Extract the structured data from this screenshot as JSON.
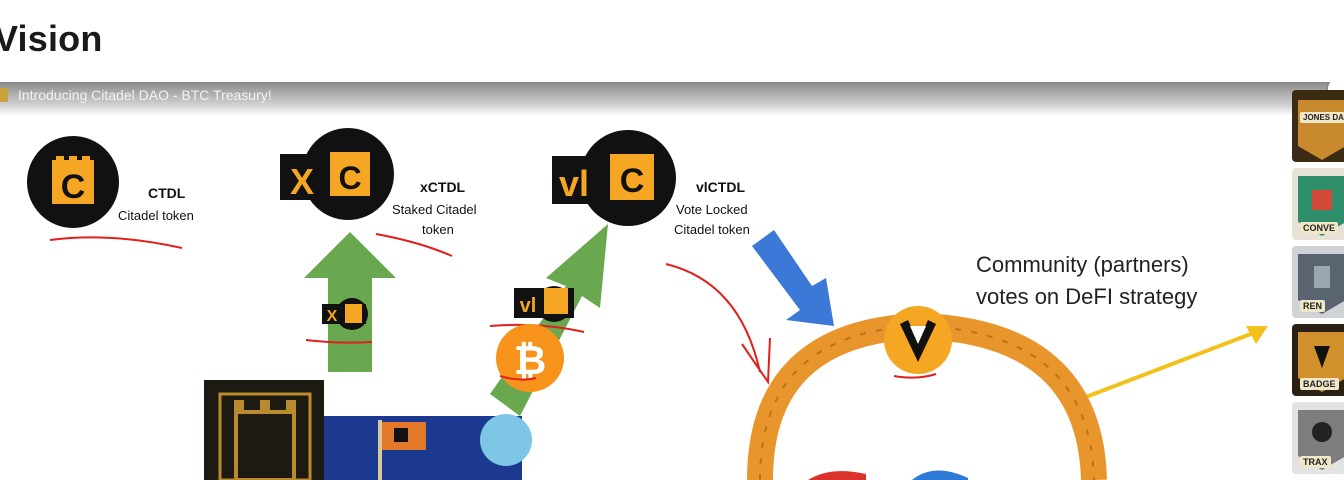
{
  "page": {
    "heading": "Vision"
  },
  "video": {
    "title": "Introducing Citadel DAO - BTC Treasury!",
    "tokens": [
      {
        "symbol": "CTDL",
        "description": "Citadel token"
      },
      {
        "symbol": "xCTDL",
        "description_line1": "Staked Citadel",
        "description_line2": "token"
      },
      {
        "symbol": "vlCTDL",
        "description_line1": "Vote Locked",
        "description_line2": "Citadel token"
      }
    ],
    "community_text_line1": "Community (partners)",
    "community_text_line2": "votes on DeFI strategy",
    "logo_letters": {
      "x": "X",
      "vl": "vl",
      "c": "C",
      "btc": "₿"
    }
  },
  "sidebar_thumbnails": [
    {
      "label": "JONES DA",
      "icon": "jones-dao-badge-icon",
      "color": "#c98a2e"
    },
    {
      "label": "CONVE",
      "icon": "convex-badge-icon",
      "color": "#2f8f6a"
    },
    {
      "label": "REN",
      "icon": "ren-badge-icon",
      "color": "#5a6470"
    },
    {
      "label": "BADGE",
      "icon": "badger-badge-icon",
      "color": "#d1902c"
    },
    {
      "label": "TRAX",
      "icon": "frax-badge-icon",
      "color": "#7d7d7d"
    }
  ],
  "colors": {
    "orange": "#F5A623",
    "black": "#111111",
    "green_arrow": "#6aa84f",
    "blue_arrow": "#3c78d8",
    "red_annotation": "#e0201b",
    "yellow_arrow": "#f3c11c"
  }
}
